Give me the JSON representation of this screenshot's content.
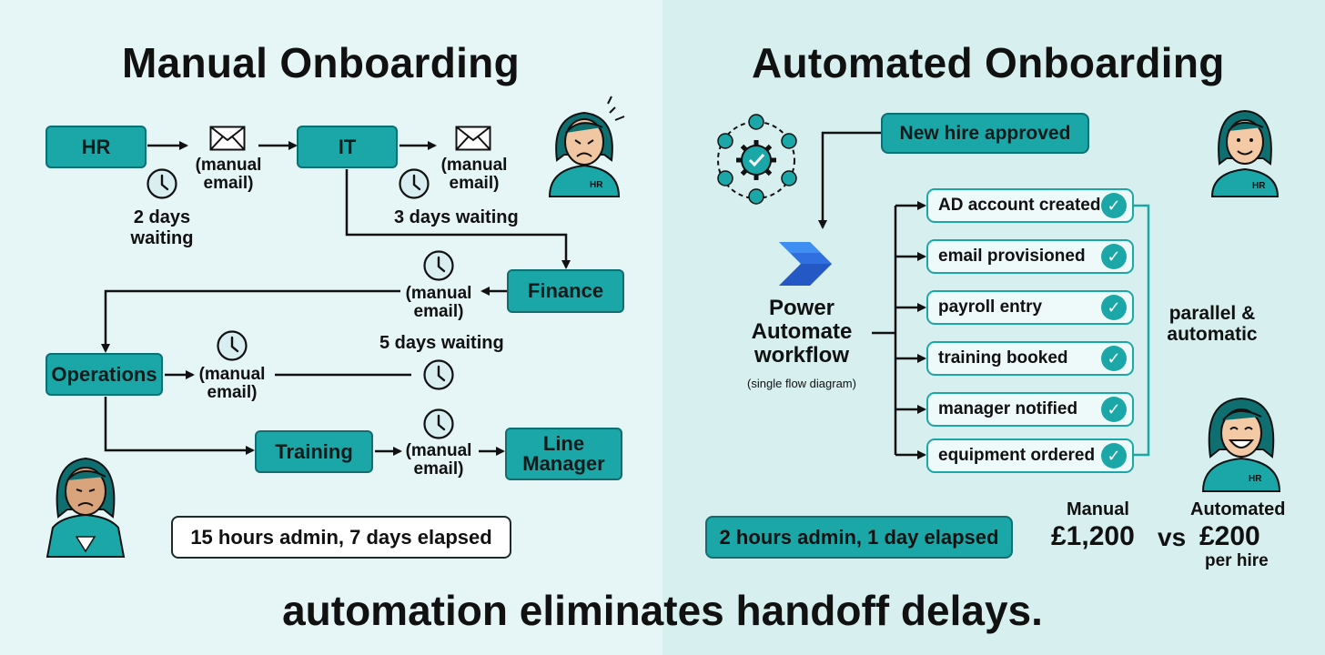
{
  "manual": {
    "title": "Manual Onboarding",
    "nodes": {
      "hr": "HR",
      "it": "IT",
      "finance": "Finance",
      "operations": "Operations",
      "training": "Training",
      "line_manager": "Line Manager"
    },
    "manual_email_label": [
      "(manual",
      "email)"
    ],
    "wait_hr": [
      "2 days",
      "waiting"
    ],
    "wait_it": "3 days waiting",
    "wait_ops": "5 days waiting",
    "summary": "15 hours admin, 7 days elapsed",
    "avatar_badge": "HR"
  },
  "automated": {
    "title": "Automated Onboarding",
    "trigger": "New hire approved",
    "engine_name": [
      "Power",
      "Automate",
      "workflow"
    ],
    "engine_caption": "(single flow diagram)",
    "tasks": [
      "AD account created",
      "email provisioned",
      "payroll entry",
      "training booked",
      "manager notified",
      "equipment ordered"
    ],
    "parallel_label": [
      "parallel &",
      "automatic"
    ],
    "summary": "2 hours admin, 1 day elapsed",
    "avatar_badge": "HR",
    "cost": {
      "manual_label": "Manual",
      "manual_value": "£1,200",
      "vs": "vs",
      "auto_label": "Automated",
      "auto_value": "£200",
      "per_hire": "per hire"
    }
  },
  "tagline": "automation eliminates handoff delays.",
  "colors": {
    "teal": "#1ba7a8",
    "teal_dark": "#0e6e70",
    "panel_left": "#e6f5f6",
    "panel_right": "#d7efef"
  }
}
